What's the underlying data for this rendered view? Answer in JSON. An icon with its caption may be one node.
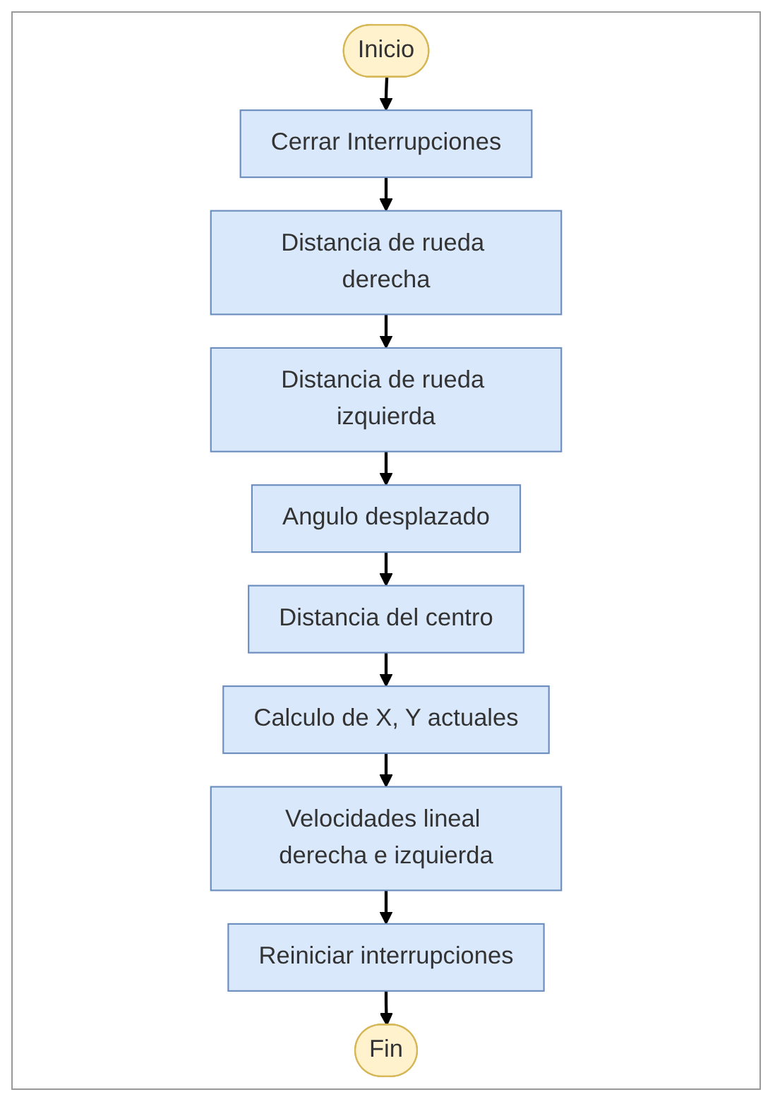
{
  "diagram": {
    "nodes": [
      {
        "text": [
          "Inicio"
        ]
      },
      {
        "text": [
          "Cerrar Interrupciones"
        ]
      },
      {
        "text": [
          "Distancia de rueda derecha"
        ]
      },
      {
        "text": [
          "Distancia de rueda izquierda"
        ]
      },
      {
        "text": [
          "Angulo desplazado"
        ]
      },
      {
        "text": [
          "Distancia del centro"
        ]
      },
      {
        "text": [
          "Calculo de X, Y actuales"
        ]
      },
      {
        "text": [
          "Velocidades lineal derecha e izquierda"
        ]
      },
      {
        "text": [
          "Reiniciar interrupciones"
        ]
      },
      {
        "text": [
          "Fin"
        ]
      }
    ],
    "edges": [
      {
        "from": 0,
        "to": 1,
        "arrow": "to"
      },
      {
        "from": 1,
        "to": 2,
        "arrow": "to"
      },
      {
        "from": 2,
        "to": 3,
        "arrow": "to"
      },
      {
        "from": 3,
        "to": 4,
        "arrow": "to"
      },
      {
        "from": 4,
        "to": 5,
        "arrow": "to"
      },
      {
        "from": 5,
        "to": 6,
        "arrow": "to"
      },
      {
        "from": 6,
        "to": 7,
        "arrow": "to"
      },
      {
        "from": 7,
        "to": 8,
        "arrow": "to"
      },
      {
        "from": 8,
        "to": 9,
        "arrow": "to"
      }
    ]
  }
}
